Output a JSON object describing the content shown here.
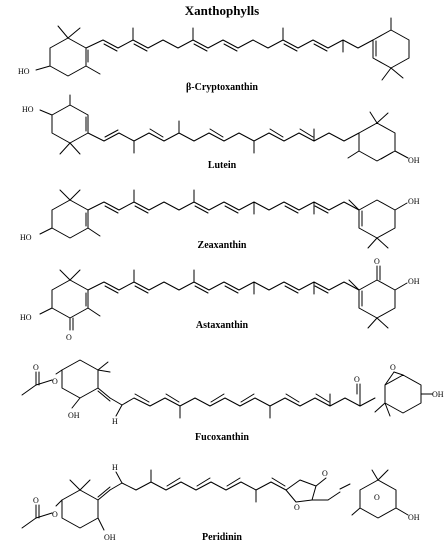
{
  "title": "Xanthophylls",
  "molecules": [
    {
      "name": "β-Cryptoxanthin",
      "atoms": [
        "HO"
      ]
    },
    {
      "name": "Lutein",
      "atoms": [
        "HO",
        "OH"
      ]
    },
    {
      "name": "Zeaxanthin",
      "atoms": [
        "HO",
        "OH"
      ]
    },
    {
      "name": "Astaxanthin",
      "atoms": [
        "HO",
        "O",
        "O",
        "OH"
      ]
    },
    {
      "name": "Fucoxanthin",
      "atoms": [
        "O",
        "O",
        "OH",
        "H",
        "O",
        "O",
        "OH"
      ]
    },
    {
      "name": "Peridinin",
      "atoms": [
        "O",
        "O",
        "OH",
        "H",
        "O",
        "O",
        "O",
        "OH"
      ]
    }
  ]
}
